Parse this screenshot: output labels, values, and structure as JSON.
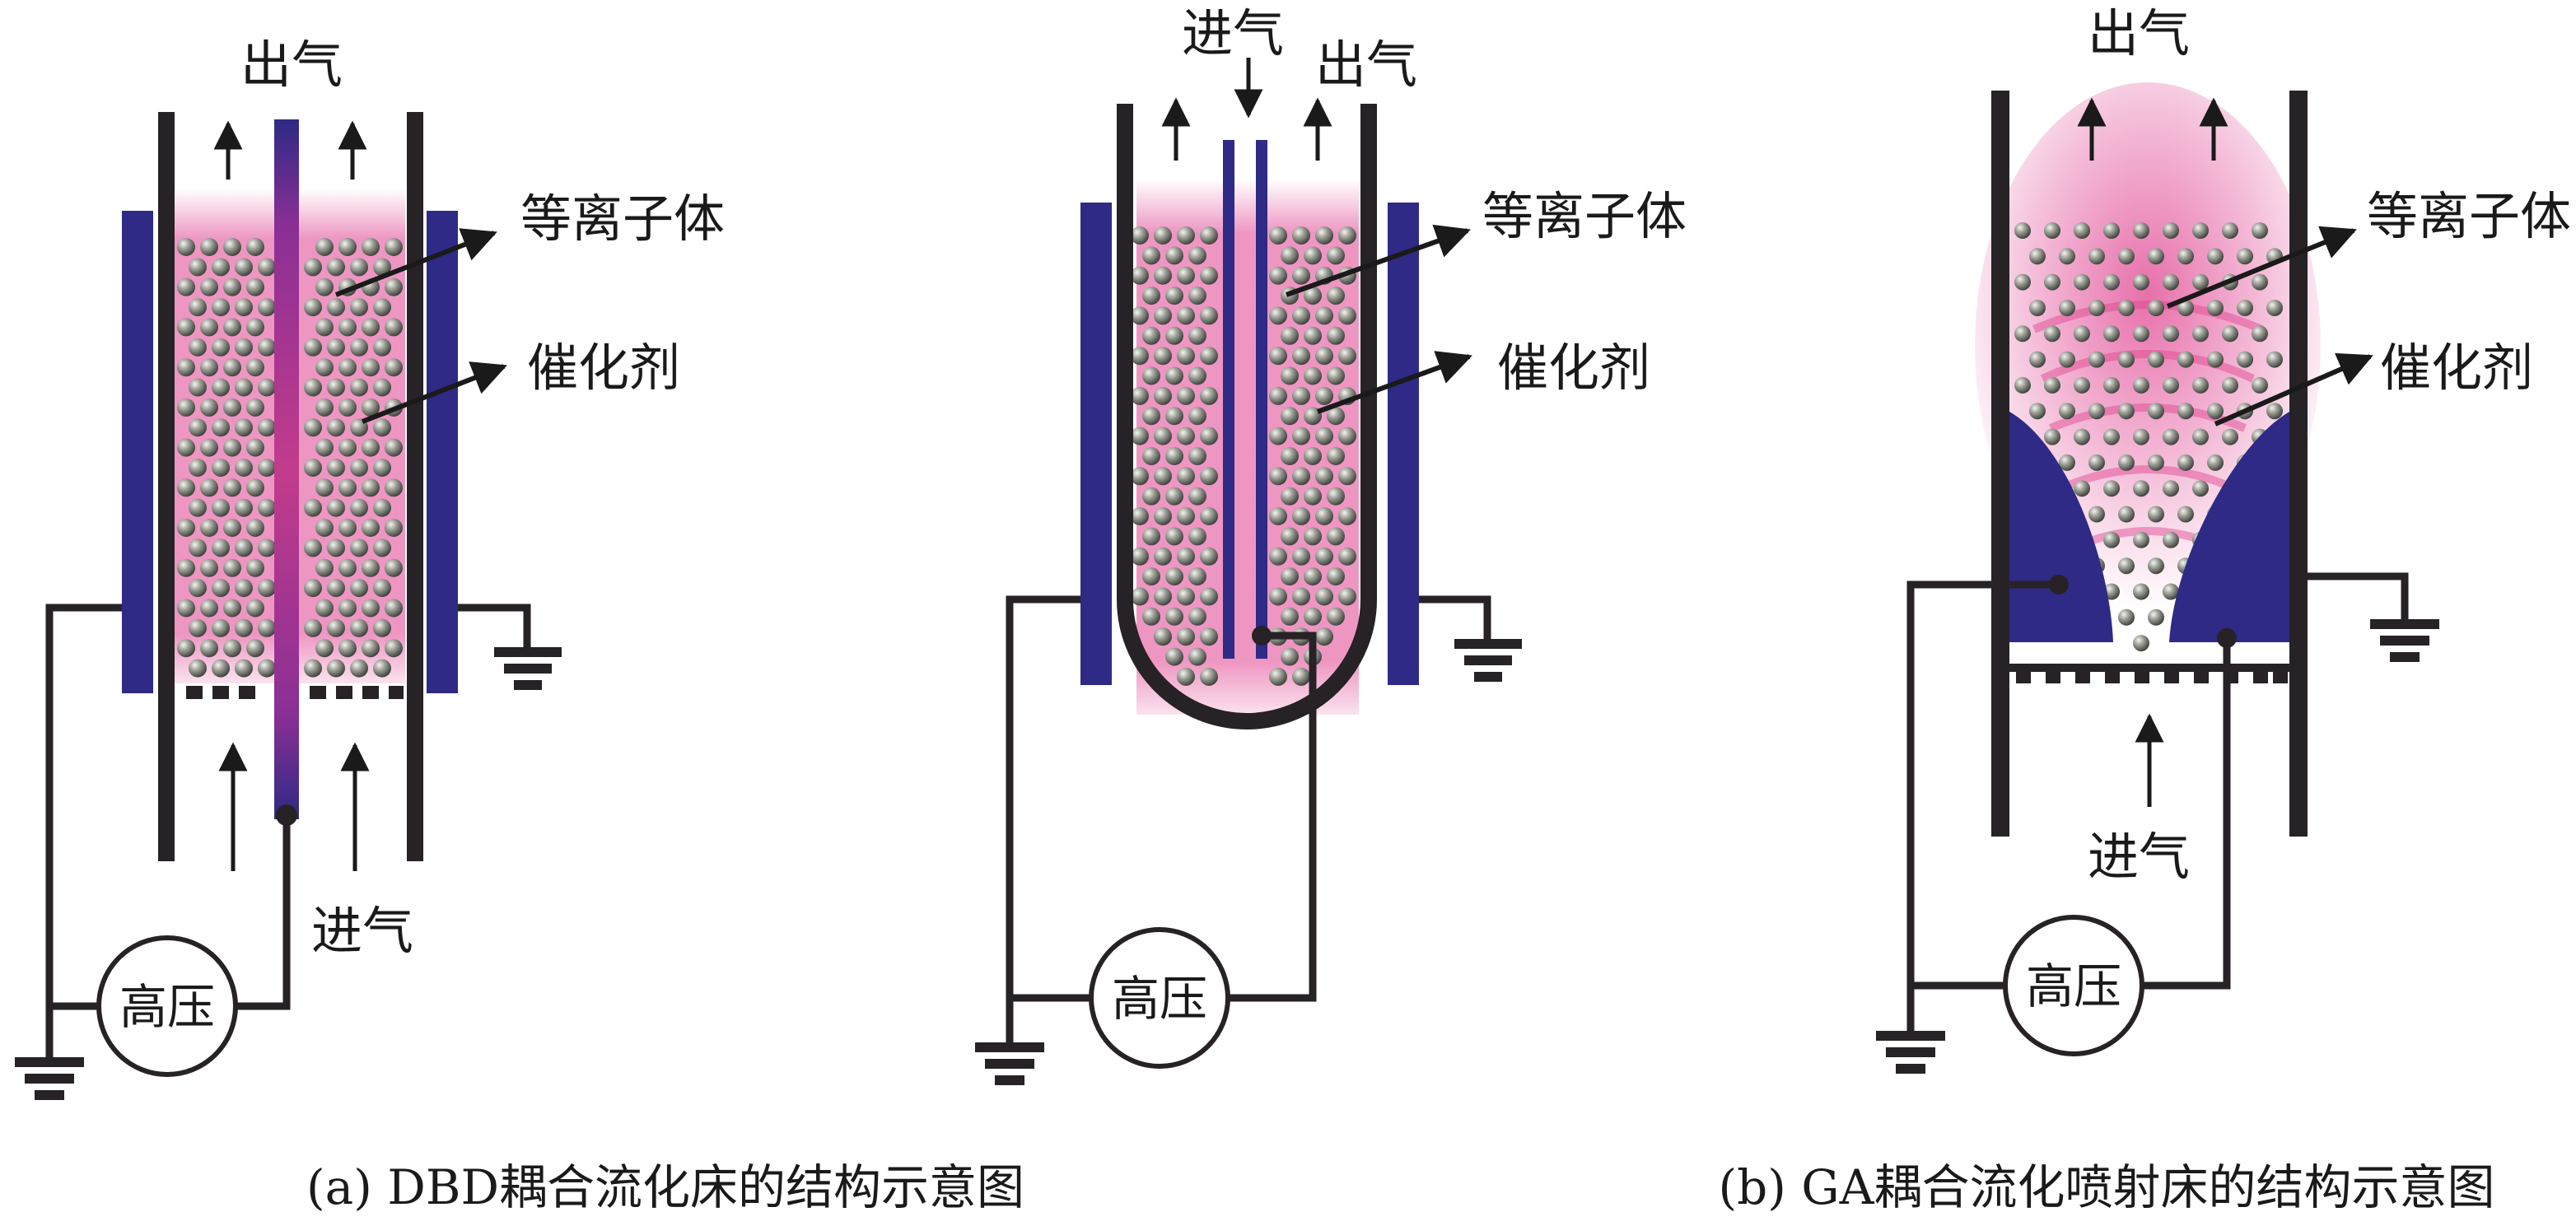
{
  "labels": {
    "outlet": "出气",
    "inlet": "进气",
    "plasma": "等离子体",
    "catalyst": "催化剂",
    "high_voltage": "高压"
  },
  "captions": {
    "a": "(a) DBD耦合流化床的结构示意图",
    "b": "(b)  GA耦合流化喷射床的结构示意图"
  },
  "colors": {
    "electrode": "#2e2a86",
    "plasma": "#e0408f",
    "wall": "#262226",
    "particle": "#7b7e76"
  }
}
